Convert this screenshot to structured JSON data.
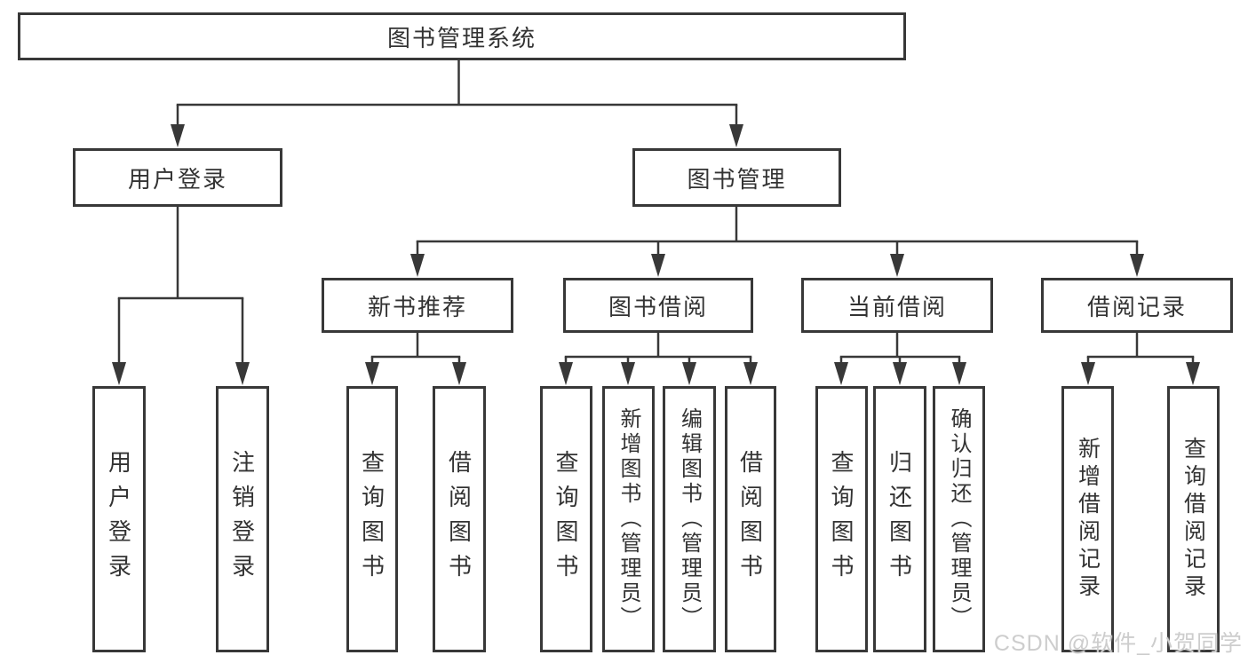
{
  "diagram": {
    "type": "tree",
    "title": "图书管理系统",
    "nodes": {
      "root": {
        "label": "图书管理系统",
        "parent": null
      },
      "user_login": {
        "label": "用户登录",
        "parent": "root"
      },
      "book_mgmt": {
        "label": "图书管理",
        "parent": "root"
      },
      "login": {
        "label": "用户登录",
        "parent": "user_login"
      },
      "logout": {
        "label": "注销登录",
        "parent": "user_login"
      },
      "new_book_rec": {
        "label": "新书推荐",
        "parent": "book_mgmt"
      },
      "book_borrow": {
        "label": "图书借阅",
        "parent": "book_mgmt"
      },
      "current_borrow": {
        "label": "当前借阅",
        "parent": "book_mgmt"
      },
      "borrow_records": {
        "label": "借阅记录",
        "parent": "book_mgmt"
      },
      "rec_query": {
        "label": "查询图书",
        "parent": "new_book_rec"
      },
      "rec_borrow": {
        "label": "借阅图书",
        "parent": "new_book_rec"
      },
      "bb_query": {
        "label": "查询图书",
        "parent": "book_borrow"
      },
      "bb_add": {
        "label": "新增图书（管理员）",
        "parent": "book_borrow"
      },
      "bb_edit": {
        "label": "编辑图书（管理员）",
        "parent": "book_borrow"
      },
      "bb_borrow": {
        "label": "借阅图书",
        "parent": "book_borrow"
      },
      "cb_query": {
        "label": "查询图书",
        "parent": "current_borrow"
      },
      "cb_return": {
        "label": "归还图书",
        "parent": "current_borrow"
      },
      "cb_confirm": {
        "label": "确认归还（管理员）",
        "parent": "current_borrow"
      },
      "br_add": {
        "label": "新增借阅记录",
        "parent": "borrow_records"
      },
      "br_query": {
        "label": "查询借阅记录",
        "parent": "borrow_records"
      }
    },
    "watermark": "CSDN @软件_小贺同学",
    "colors": {
      "line": "#383838",
      "border": "#383838",
      "text": "#333333",
      "background": "#ffffff",
      "watermark": "#cdcdcd"
    }
  }
}
